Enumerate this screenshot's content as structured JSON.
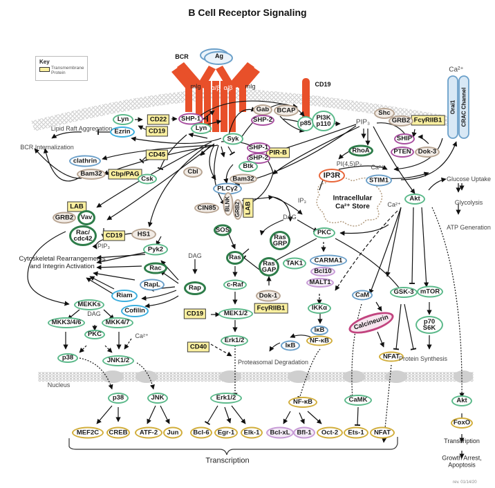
{
  "title": "B Cell Receptor Signaling",
  "key": {
    "title": "Key",
    "entry": "Transmembrane Protein"
  },
  "revision": "rev. 01/14/20",
  "receptors": {
    "bcr_label": "BCR",
    "antigen": "Ag",
    "mig_left": "mIg",
    "mig_right": "mIg",
    "alpha_beta_left": "α/β",
    "alpha_beta_right": "α/β",
    "cd19_label": "CD19",
    "crac_top": "Ca²⁺",
    "orai1": "Orai1",
    "crac_channel": "CRAC Channel"
  },
  "compartments": {
    "nucleus": "Nucleus",
    "er_store": "Intracellular Ca²⁺ Store"
  },
  "transmembrane_proteins": {
    "cd22": "CD22",
    "cd19_a": "CD19",
    "cd45": "CD45",
    "cbp_pag": "Cbp/PAG",
    "pir_b": "PIR-B",
    "lab_a": "LAB",
    "lab_b": "LAB",
    "cd19_b": "CD19",
    "fcgr_a": "FcγRIIB1",
    "fcgr_b": "FcγRIIB1",
    "cd19_c": "CD19",
    "cd40": "CD40"
  },
  "nodes": {
    "lyn_a": "Lyn",
    "shp1_a": "SHP-1",
    "ezrin": "Ezrin",
    "lyn_b": "Lyn",
    "syk": "Syk",
    "gab": "Gab",
    "shp2_a": "SHP-2",
    "bcap": "BCAP",
    "p85": "p85",
    "pi3k": "PI3K p110",
    "shc": "Shc",
    "grb2_a": "GRB2",
    "ship": "SHIP",
    "pten": "PTEN",
    "dok3": "Dok-3",
    "rhoa": "RhoA",
    "shp1_b": "SHP-1",
    "shp2_b": "SHP-2",
    "btk": "Btk",
    "cbl": "Cbl",
    "bam32_a": "Bam32",
    "plcg2": "PLCγ2",
    "clathrin": "clathrin",
    "bam32_b": "Bam32",
    "csk": "Csk",
    "cin85": "CIN85",
    "blnk": "BLNK",
    "grb2_b": "GRB2",
    "sos": "SOS",
    "ip3r": "IP3R",
    "stim1": "STIM1",
    "akt_a": "Akt",
    "grb2_c": "GRB2",
    "vav": "Vav",
    "rac_cdc42": "Rac/ cdc42",
    "hs1": "HS1",
    "pyk2": "Pyk2",
    "rac": "Rac",
    "rapl": "RapL",
    "riam": "Riam",
    "cofilin": "Cofilin",
    "rap": "Rap",
    "mekks": "MEKKs",
    "mkk346": "MKK3/4/6",
    "mkk47": "MKK4/7",
    "pkc_a": "PKC",
    "p38_a": "p38",
    "jnk12": "JNK1/2",
    "ras_grp": "Ras GRP",
    "ras": "Ras",
    "ras_gap": "Ras GAP",
    "craf": "c-Raf",
    "dok1": "Dok-1",
    "mek12": "MEK1/2",
    "erk12_a": "Erk1/2",
    "pkc_b": "PKC",
    "tak1": "TAK1",
    "carma1": "CARMA1",
    "bcl10": "Bcl10",
    "malt1": "MALT1",
    "ikka": "IKKα",
    "ikb_a": "IκB",
    "nfkb_a": "NF-κB",
    "ikb_b": "IκB",
    "cam": "CaM",
    "calcineurin": "Calcineurin",
    "gsk3": "GSK-3",
    "mtor": "mTOR",
    "p70s6k": "p70 S6K",
    "nfat_a": "NFAT",
    "p38_b": "p38",
    "jnk": "JNK",
    "erk12_b": "Erk1/2",
    "nfkb_b": "NF-κB",
    "camk": "CaMK",
    "akt_b": "Akt",
    "foxo": "FoxO"
  },
  "transcription_factors": [
    "MEF2C",
    "CREB",
    "ATF-2",
    "Jun",
    "Bcl-6",
    "Egr-1",
    "Elk-1",
    "Bcl-xL",
    "Bfl-1",
    "Oct-2",
    "Ets-1",
    "NFAT"
  ],
  "labels": {
    "lipid_raft": "Lipid Raft Aggregation",
    "bcr_internalization": "BCR Internalization",
    "pip3_a": "PIP₃",
    "pi45p2": "PI(4,5)P₂",
    "ca_a": "Ca²⁺",
    "ca_b": "Ca²⁺",
    "ca_c": "Ca²⁺",
    "ip3": "IP₃",
    "dag_a": "DAG",
    "dag_b": "DAG",
    "dag_c": "DAG",
    "pip3_b": "PIP₃",
    "cytoskeletal": "Cytoskeletal Rearrangements and Integrin Activation",
    "glucose_uptake": "Glucose Uptake",
    "glycolysis": "Glycolysis",
    "atp_generation": "ATP Generation",
    "protein_synthesis": "Protein Synthesis",
    "proteasomal": "Proteasomal Degradation",
    "transcription_main": "Transcription",
    "transcription_right": "Transcription",
    "growth_arrest": "Growth Arrest, Apoptosis"
  },
  "colors": {
    "receptor": "#e8502a",
    "kinase_green": "#5bb98a",
    "dark_green": "#2e7d4a",
    "blue": "#6a9fc9",
    "purple": "#a84fa0",
    "tan": "#b8a593",
    "transcription_gold": "#d1ad3a",
    "transmembrane_fill": "#fbf0a0",
    "membrane": "#c8c8c8"
  }
}
